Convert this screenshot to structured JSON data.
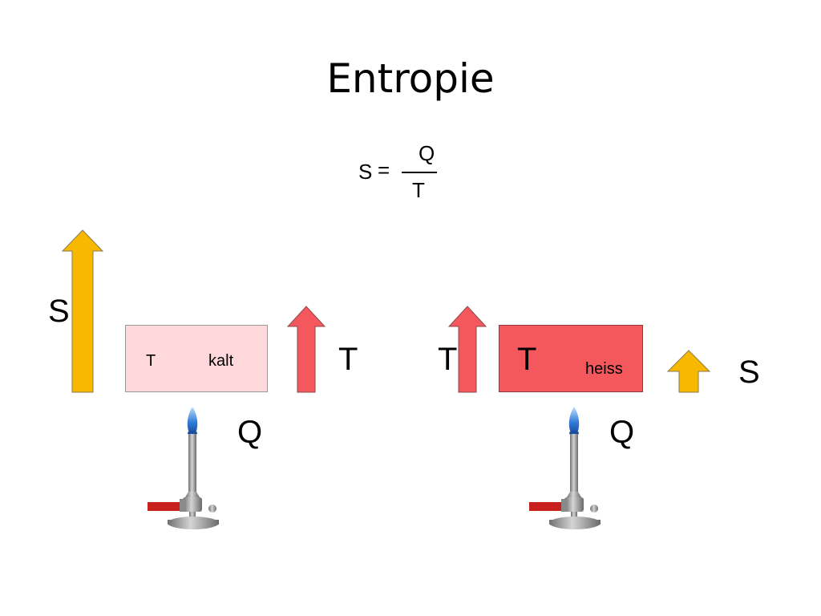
{
  "slide": {
    "title": "Entropie",
    "formula": {
      "lhs": "S",
      "equals": "=",
      "numerator": "Q",
      "denominator": "T"
    }
  },
  "cold_system": {
    "temp_symbol": "T",
    "label": "kalt",
    "temperature_arrow_label": "T",
    "entropy_arrow_label": "S",
    "heat_label": "Q"
  },
  "hot_system": {
    "temp_symbol_left": "T",
    "temp_symbol": "T",
    "label": "heiss",
    "entropy_arrow_label": "S",
    "heat_label": "Q"
  },
  "colors": {
    "entropy_arrow": "#f9b800",
    "temperature_arrow": "#f4585c",
    "cold_box": "#ffd8dc",
    "hot_box": "#f4585c",
    "burner_metal": "#9a9a9a",
    "burner_hose": "#c8201c",
    "flame": "#3a7fd6"
  },
  "icons": [
    "bunsen-burner-icon"
  ]
}
